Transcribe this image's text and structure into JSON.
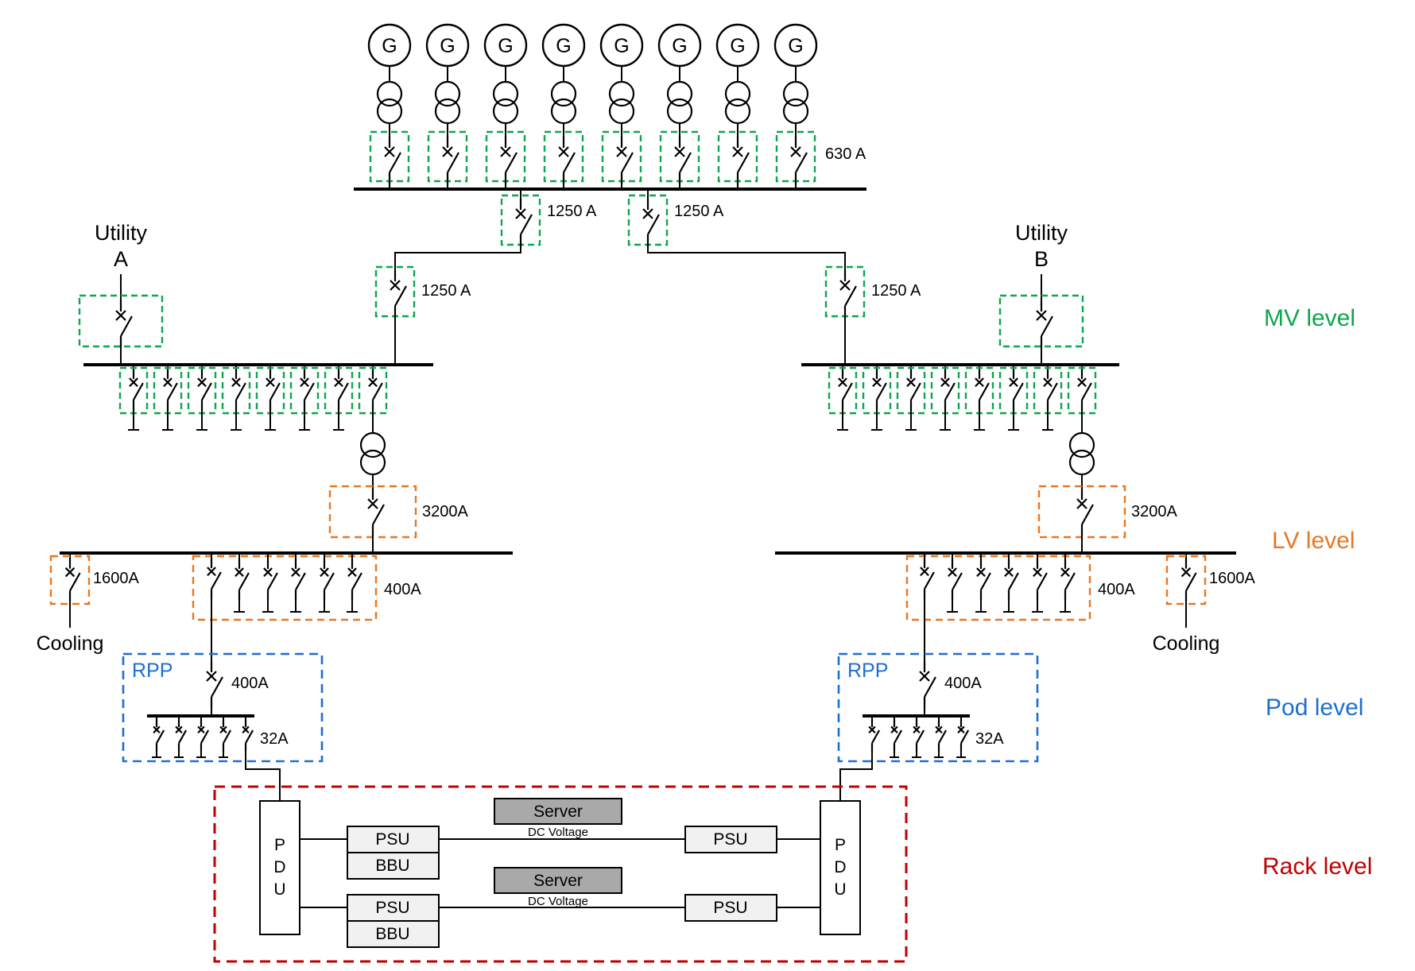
{
  "generation": {
    "generator_label": "G",
    "generator_count": 8,
    "breaker_rating": "630 A",
    "tie_breaker_rating": "1250 A"
  },
  "utility_a": {
    "line1": "Utility",
    "line2": "A"
  },
  "utility_b": {
    "line1": "Utility",
    "line2": "B"
  },
  "mv": {
    "feed_breaker_rating": "1250 A",
    "feeder_count_per_bus": 8,
    "level_label": "MV level",
    "color": "#0ea64f"
  },
  "lv": {
    "main_breaker_rating": "3200A",
    "feeder_breaker_rating": "400A",
    "feeder_count_per_bus": 6,
    "cooling_breaker_rating": "1600A",
    "cooling_label": "Cooling",
    "level_label": "LV level",
    "color": "#e87722"
  },
  "pod": {
    "rpp_label": "RPP",
    "main_breaker_rating": "400A",
    "branch_breaker_rating": "32A",
    "branch_count": 5,
    "level_label": "Pod level",
    "color": "#1c6fd1"
  },
  "rack": {
    "pdu_letters": [
      "P",
      "D",
      "U"
    ],
    "psu_label": "PSU",
    "bbu_label": "BBU",
    "server_label": "Server",
    "dc_voltage_label": "DC Voltage",
    "level_label": "Rack level",
    "color": "#c00000"
  }
}
